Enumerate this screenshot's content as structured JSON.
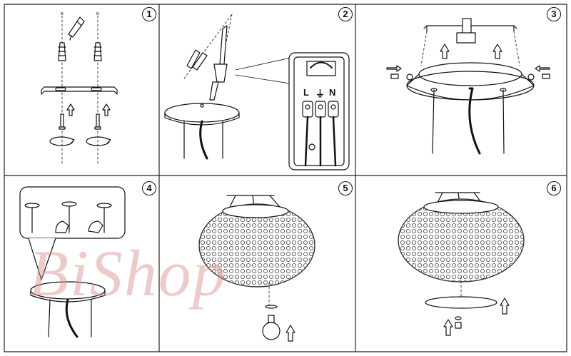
{
  "panels": [
    {
      "step": "1"
    },
    {
      "step": "2"
    },
    {
      "step": "3"
    },
    {
      "step": "4"
    },
    {
      "step": "5"
    },
    {
      "step": "6"
    }
  ],
  "terminal_labels": {
    "live": "L",
    "ground": "⏚",
    "neutral": "N"
  },
  "watermark": {
    "text": "BiShop"
  },
  "colors": {
    "line": "#111111",
    "watermark": "#d88c8c"
  }
}
